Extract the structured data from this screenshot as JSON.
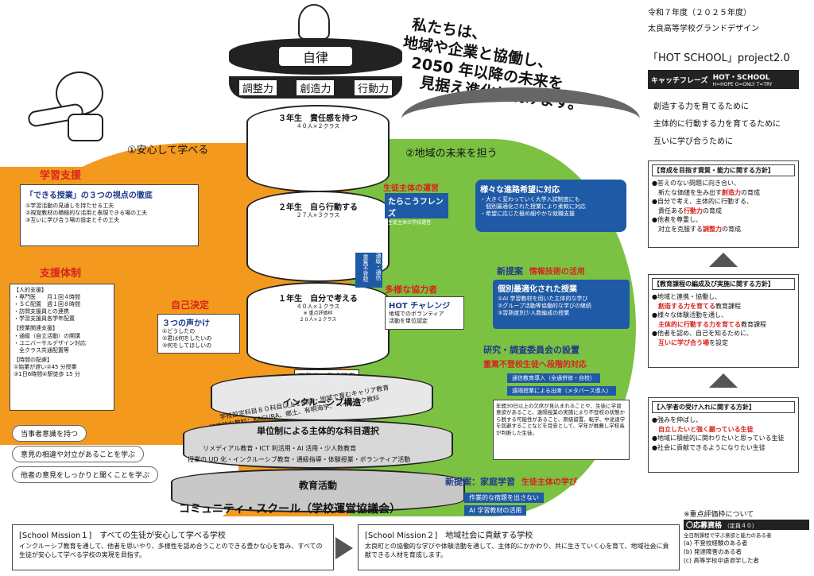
{
  "header": {
    "year": "令和７年度（２０２５年度）",
    "school": "太良高等学校グランドデザイン",
    "project": "「HOT SCHOOL」project2.0",
    "catch_label": "キャッチフレーズ",
    "catch_title": "HOT・SCHOOL",
    "catch_sub": "H=HOPE O=ONLY T=TRY",
    "slogan1": "私たちは、",
    "slogan2": "地域や企業と協働し、",
    "slogan3": "2050 年以降の未来を",
    "slogan4": "見据え進化し続けます。",
    "goal1": "創造する力を育てるために",
    "goal2": "主体的に行動する力を育てるために",
    "goal3": "互いに学び合うために"
  },
  "tower": {
    "top": "自律",
    "abilities": [
      "調整力",
      "創造力",
      "行動力"
    ],
    "g3": "３年生　責任感を持つ",
    "g3_count": "４０人×２クラス",
    "g2": "２年生　自ら行動する",
    "g2_count": "２７人×３クラス",
    "g1": "１年生　自分で考える",
    "g1_count": "４０人×１クラス",
    "g1_note": "※ 重点評価枠\n２０人×２クラス",
    "g1_tag": "不登校・発達障害",
    "side_tag1": "重篤不登校",
    "side_tag2": "通級・通信"
  },
  "tiers": {
    "inclusive": "インクルーシブ構造",
    "inclusive_desc": "学校設定科目８０科目以上を開講・地域で育むキャリア教育",
    "inclusive_desc2": "特徴的な教科：KAGURA、郷土、有明海学、ベーシック教科",
    "unit": "単位制による主体的な科目選択",
    "unit_desc": "リメディアル教育・ICT 利活用・AI 活用・少人数教育",
    "unit_desc2": "授業の UD 化・インクルーシブ教育・通級指導・体験授業・ボランティア活動",
    "edu": "教育活動",
    "community": "コミュニティ・スクール（学校運営協議会）"
  },
  "left": {
    "zone": "①安心して学べる",
    "support_title": "学習支援",
    "dekiru": "「できる授業」の３つの視点の徹底",
    "dekiru_items": [
      "①学習活動の見通しを持たせる工夫",
      "②視覚教材の積極的な活用と表現できる場の工夫",
      "③互いに学び合う場の設定とその工夫"
    ],
    "taisei": "支援体制",
    "jinteki": "【人的支援】",
    "jinteki_items": [
      "・専門医　　月１回４時間",
      "・ＳＣ配置　週１回８時間",
      "・訪問支援員との連携",
      "・学習支援員各学年配置"
    ],
    "jugyo": "【授業関連支援】",
    "jugyo_items": [
      "・通級（自立活動）の開講",
      "・ユニバーサルデザイン対応",
      "　全クラス共通配置等"
    ],
    "jikan": "【時間の配慮】",
    "jikan_items": [
      "①始業が遅い②45 分授業",
      "③1日6時間④駅徒歩 15 分"
    ],
    "jiko": "自己決定",
    "koe_title": "３つの声かけ",
    "koe_items": [
      "①どうしたの",
      "②君は何をしたいの",
      "③何をしてほしいの"
    ],
    "pills": [
      "当事者意識を持つ",
      "意見の相違や対立があることを学ぶ",
      "他者の意見をしっかりと聞くことを学ぶ"
    ]
  },
  "right": {
    "zone": "②地域の未来を担う",
    "seito": "生徒主体の運営",
    "tarako": "たらこうフレンズ",
    "tarako_sub": "生徒主体の学校運営",
    "shinro_title": "様々な進路希望に対応",
    "shinro_items": [
      "・大きく変わっていく大学入試制度にも",
      "　個別最適化された授業により柔軟に対応",
      "・希望に応じた極め細やかな就職支援"
    ],
    "tayou": "多様な協力者",
    "hot": "HOT チャレンジ",
    "hot_items": [
      "地域でのボランティア",
      "活動を単位認定"
    ],
    "new1": "新提案",
    "new1_sub": "情報技術の活用",
    "kobetsu": "個別最適化された授業",
    "kobetsu_items": [
      "①AI 学習教材を用いた主体的な学び",
      "②グループ活動等協働的な学びの継続",
      "③習熟度別少人数編成の授業"
    ],
    "kenkyu": "研究・調査委員会の設置",
    "jutoku": "重篤不登校生徒へ段階的対応",
    "tsushin": "通信教育導入（全通併修・自校）",
    "enkaku": "遠隔授業による出席（メタバース導入）",
    "jutoku_desc": "年間30日以上の欠席が見込まれることや、生徒に学習意欲があること、遠隔授業の実施により不登校の状態から脱する可能性があること、原級留置、転学、中途退学を回避することなどを目安として、学年が推薦し学校長が判断した生徒。",
    "new2": "新提案：家庭学習",
    "new2_sub": "生徒主体の学び",
    "new2_t1": "作業的な宿題を出さない",
    "new2_t2": "AI 学習教材の活用"
  },
  "policies": {
    "p1_title": "【育成を目指す資質・能力に関する方針】",
    "p1_items": [
      {
        "pre": "●答えのない問題に向き合い、",
        "red": "",
        "post": ""
      },
      {
        "pre": "　新たな価値を生み出す",
        "red": "創造力",
        "post": "の育成"
      },
      {
        "pre": "●自分で考え、主体的に行動する、",
        "red": "",
        "post": ""
      },
      {
        "pre": "　責任ある",
        "red": "行動力",
        "post": "の育成"
      },
      {
        "pre": "●他者を尊重し、",
        "red": "",
        "post": ""
      },
      {
        "pre": "　対立を克服する",
        "red": "調整力",
        "post": "の育成"
      }
    ],
    "p2_title": "【教育課程の編成及び実施に関する方針】",
    "p2_items": [
      {
        "pre": "●地域と連携・協働し、",
        "red": "",
        "post": ""
      },
      {
        "pre": "　",
        "red": "創造する力を育てる",
        "post": "教育課程"
      },
      {
        "pre": "●様々な体験活動を通し、",
        "red": "",
        "post": ""
      },
      {
        "pre": "　",
        "red": "主体的に行動する力を育てる",
        "post": "教育課程"
      },
      {
        "pre": "●他者を認め、自己を知るために、",
        "red": "",
        "post": ""
      },
      {
        "pre": "　",
        "red": "互いに学び合う場",
        "post": "を設定"
      }
    ],
    "p3_title": "【入学者の受け入れに関する方針】",
    "p3_items": [
      {
        "pre": "●強みを伸ばし、",
        "red": "",
        "post": ""
      },
      {
        "pre": "　",
        "red": "自立したいと強く願っている生徒",
        "post": ""
      },
      {
        "pre": "●地域に積極的に関わりたいと思っている生徒",
        "red": "",
        "post": ""
      },
      {
        "pre": "●社会に貢献できるようになりたい生徒",
        "red": "",
        "post": ""
      }
    ]
  },
  "missions": {
    "m1_title": "[School Mission１]　すべての生徒が安心して学べる学校",
    "m1_desc": "インクルーシブ教育を通して、他者を思いやり、多様性を認め合うことのできる豊かな心を育み、すべての生徒が安心して学べる学校の実現を目指す。",
    "m2_title": "[School Mission２]　地域社会に貢献する学校",
    "m2_desc": "太良町との協働的な学びや体験活動を通して、主体的にかかわり、共に生きていく心を育て、地域社会に貢献できる人材を育成します。"
  },
  "note": {
    "title": "※重点評価枠について",
    "qual": "〇応募資格",
    "qual_sub": "（定員４０）",
    "line": "全日制課程で学ぶ意欲と能力のある者",
    "items": [
      "(a) 不登校経験のある者",
      "(b) 発達障害のある者",
      "(c) 高等学校中途退学した者"
    ]
  }
}
